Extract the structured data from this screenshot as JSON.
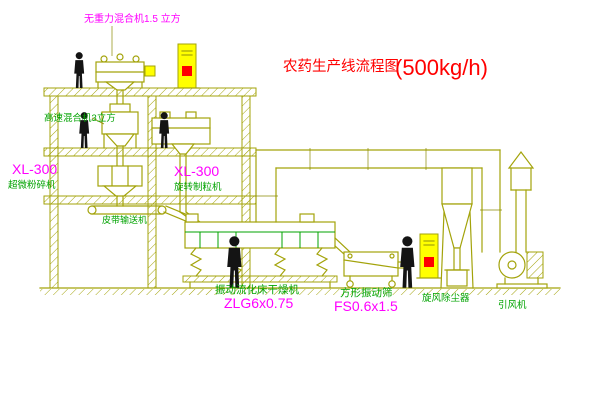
{
  "drawing": {
    "title": "农药生产线流程图",
    "capacity": "(500kg/h)"
  },
  "labels": {
    "top_mixer": "无重力混合机1.5 立方",
    "high_speed_mixer": "高速混合机3立方",
    "mill_model": "XL-300",
    "mill_name": "超微粉碎机",
    "granulator_model": "XL-300",
    "granulator_name": "旋转制粒机",
    "belt_conveyor": "皮带输送机",
    "dryer_name": "振动流化床干燥机",
    "dryer_model": "ZLG6x0.75",
    "screen_name": "方形振动筛",
    "screen_model": "FS0.6x1.5",
    "cyclone": "旋风除尘器",
    "fan": "引风机"
  },
  "colors": {
    "line": "#a3a30a",
    "green_text": "#00a300",
    "magenta_text": "#ff00ff",
    "title_red": "#ff0000",
    "cabinet_yellow": "#ffff00",
    "cabinet_indicator_red": "#ff0000",
    "figure_black": "#141414",
    "background": "#ffffff"
  }
}
